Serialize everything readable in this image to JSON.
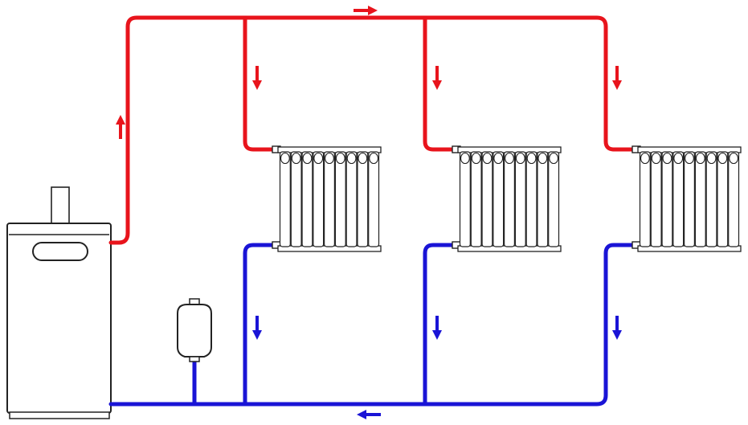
{
  "colors": {
    "supply": "#e8141c",
    "return": "#1a14d6",
    "outline": "#222222",
    "background": "#ffffff"
  },
  "components": {
    "boiler": "boiler",
    "expansion_tank": "expansion-tank",
    "radiator_count": 3,
    "radiator_sections": 9
  },
  "flow_arrows": [
    {
      "line": "supply",
      "direction": "right"
    },
    {
      "line": "supply",
      "direction": "up"
    },
    {
      "line": "supply",
      "direction": "down"
    },
    {
      "line": "supply",
      "direction": "down"
    },
    {
      "line": "supply",
      "direction": "down"
    },
    {
      "line": "return",
      "direction": "down"
    },
    {
      "line": "return",
      "direction": "down"
    },
    {
      "line": "return",
      "direction": "down"
    },
    {
      "line": "return",
      "direction": "left"
    }
  ]
}
